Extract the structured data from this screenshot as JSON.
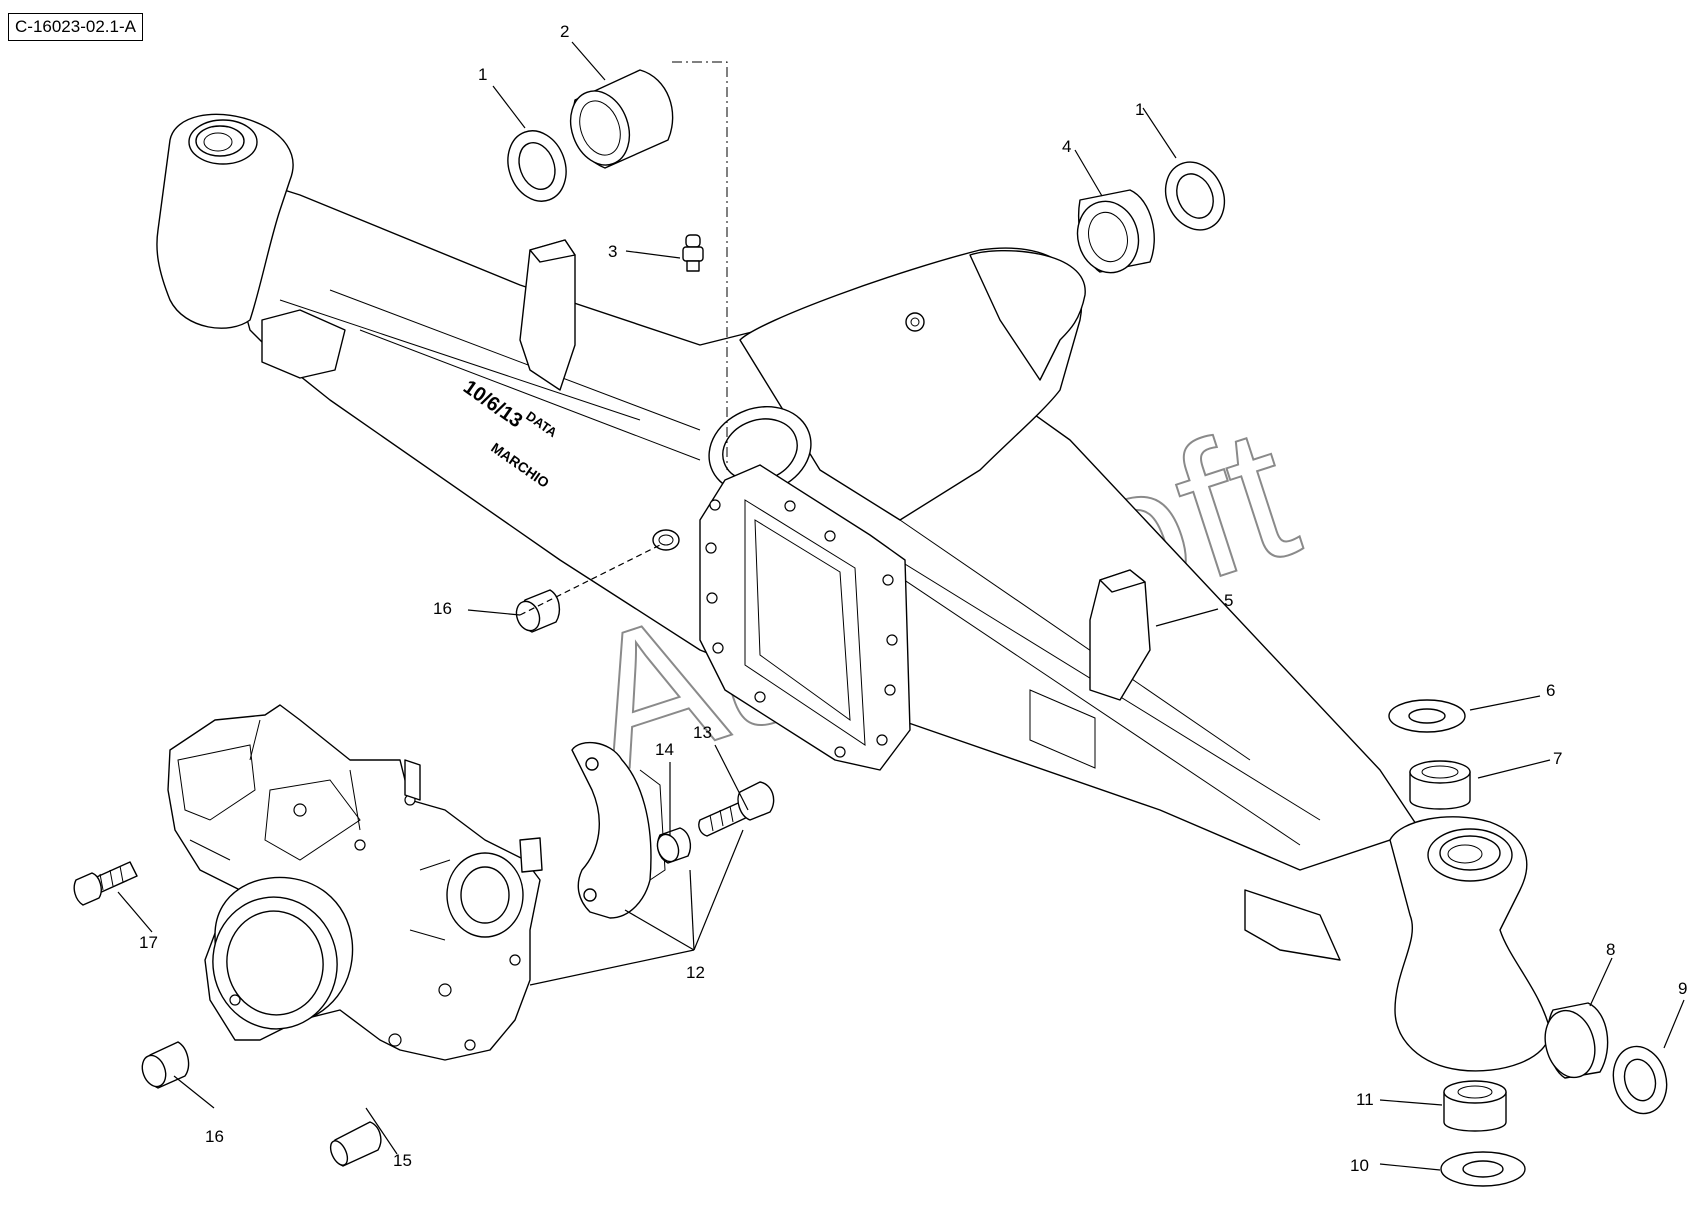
{
  "diagram_code": "C-16023-02.1-A",
  "watermark": "AutoSoft",
  "casting_marks": [
    "10/6/13",
    "DATA",
    "MARCHIO"
  ],
  "callouts": {
    "c1a": "1",
    "c2": "2",
    "c1b": "1",
    "c3": "3",
    "c4": "4",
    "c5": "5",
    "c6": "6",
    "c7": "7",
    "c8": "8",
    "c9": "9",
    "c10": "10",
    "c11": "11",
    "c12": "12",
    "c13": "13",
    "c14": "14",
    "c15": "15",
    "c16a": "16",
    "c16b": "16",
    "c17": "17"
  }
}
